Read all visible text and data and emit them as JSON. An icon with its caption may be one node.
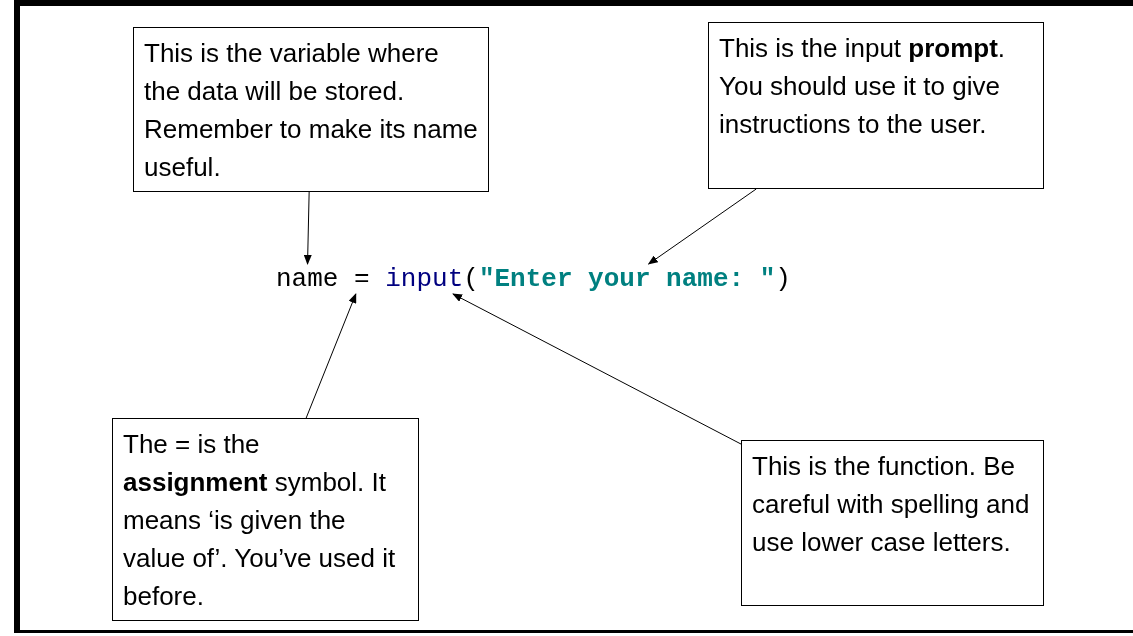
{
  "diagram": {
    "nodes": [
      {
        "text": [
          "This is the variable where the data will be stored. Remember to make its name useful."
        ]
      },
      {
        "text": [
          "This is the input **prompt**. You should use it to give instructions to the user."
        ]
      },
      {
        "text": [
          "The = is the **assignment** symbol. It means ‘is given the value of’. You’ve used it before."
        ]
      },
      {
        "text": [
          "This is the function. Be careful with spelling and use lower case letters."
        ]
      },
      {
        "text": [
          "name"
        ]
      },
      {
        "text": [
          "="
        ]
      },
      {
        "text": [
          "input"
        ]
      },
      {
        "text": [
          "\"Enter your name: \""
        ]
      }
    ],
    "edges": [
      {
        "from": 0,
        "to": 4,
        "arrow": "to"
      },
      {
        "from": 1,
        "to": 7,
        "arrow": "to"
      },
      {
        "from": 2,
        "to": 5,
        "arrow": "to"
      },
      {
        "from": 3,
        "to": 6,
        "arrow": "to"
      }
    ],
    "labels": [
      "(",
      ")"
    ]
  }
}
